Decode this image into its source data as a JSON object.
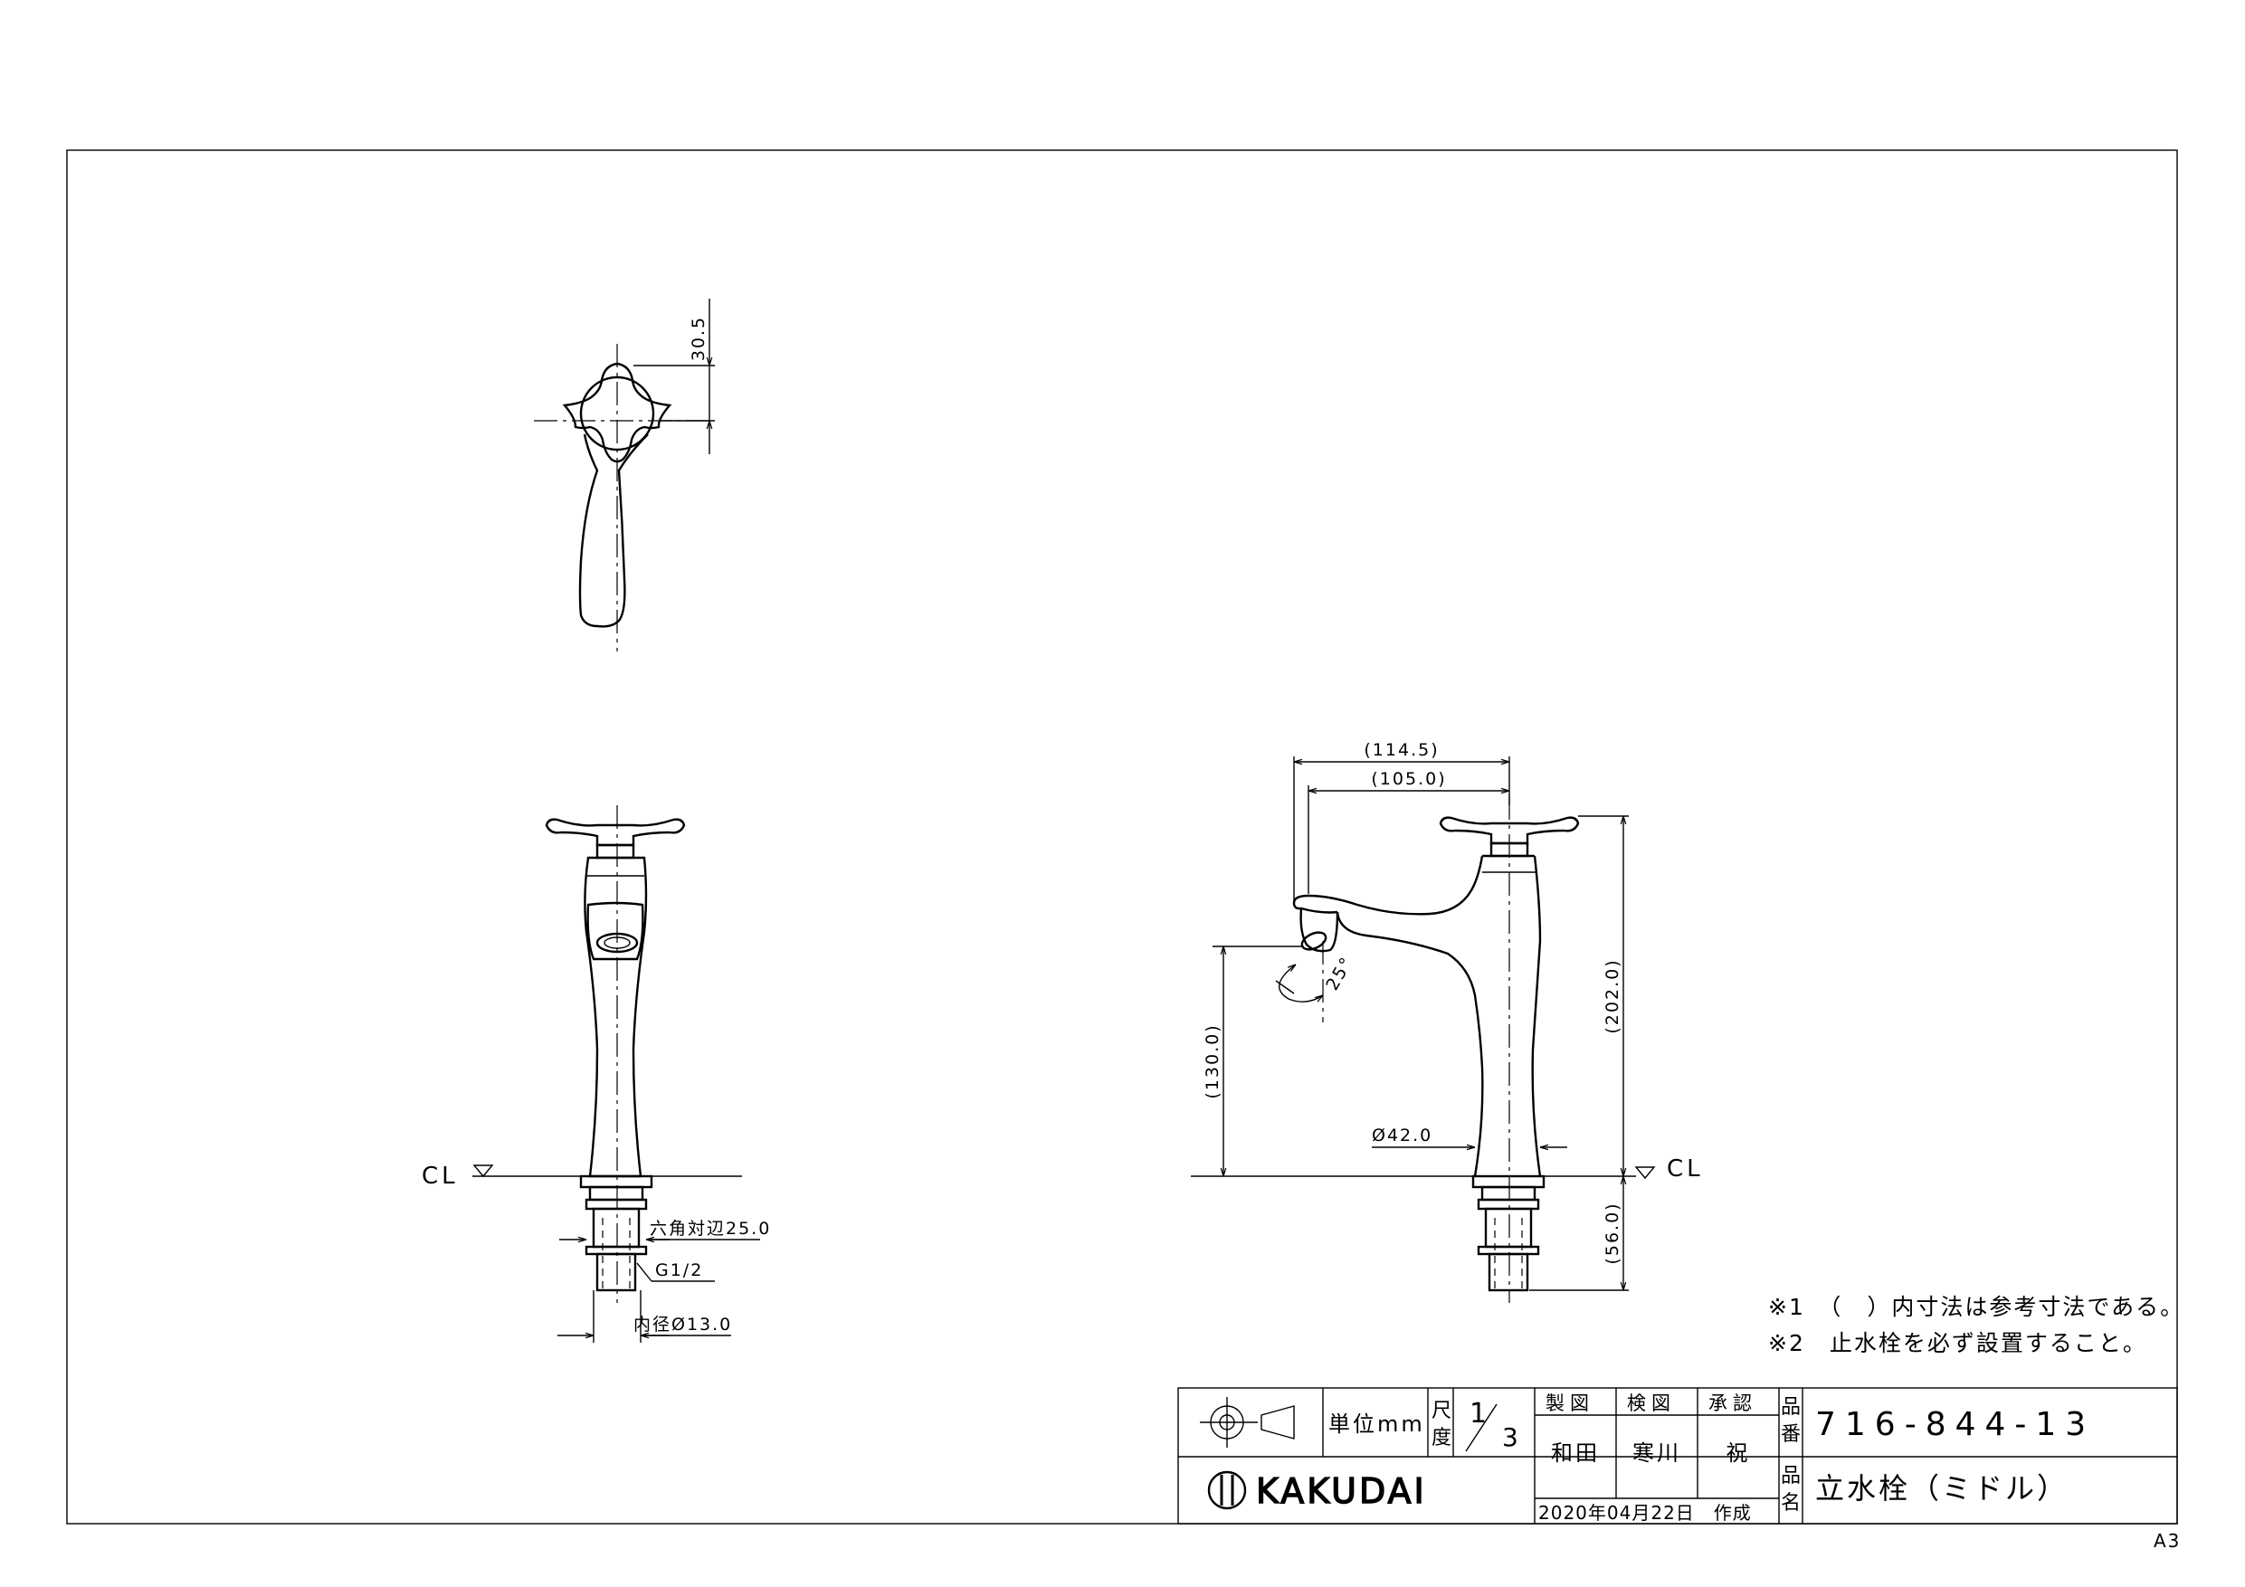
{
  "dimensions": {
    "handle_height": "30.5",
    "reach_outer": "(114.5)",
    "reach_inner": "(105.0)",
    "spout_height": "(130.0)",
    "overall_height": "(202.0)",
    "base_diameter": "Ø42.0",
    "shank_length": "(56.0)",
    "spout_angle": "25°",
    "hex_nut": "六角対辺25.0",
    "thread": "G1/2",
    "inner_diameter": "内径Ø13.0",
    "centerline_label": "CL"
  },
  "notes": [
    "※1　（　）内寸法は参考寸法である。",
    "※2　止水栓を必ず設置すること。"
  ],
  "title_block": {
    "unit_label": "単位mm",
    "scale_label_top": "尺",
    "scale_label_bottom": "度",
    "scale_num": "1",
    "scale_den": "3",
    "roles": [
      "製図",
      "検図",
      "承認"
    ],
    "names": [
      "和田",
      "寒川",
      "祝"
    ],
    "date_text": "2020年04月22日　作成",
    "part_no_label_top": "品",
    "part_no_label_bottom": "番",
    "part_no": "716-844-13",
    "name_label_top": "品",
    "name_label_bottom": "名",
    "product_name": "立水栓（ミドル）",
    "company": "KAKUDAI"
  },
  "sheet_size": "A3"
}
